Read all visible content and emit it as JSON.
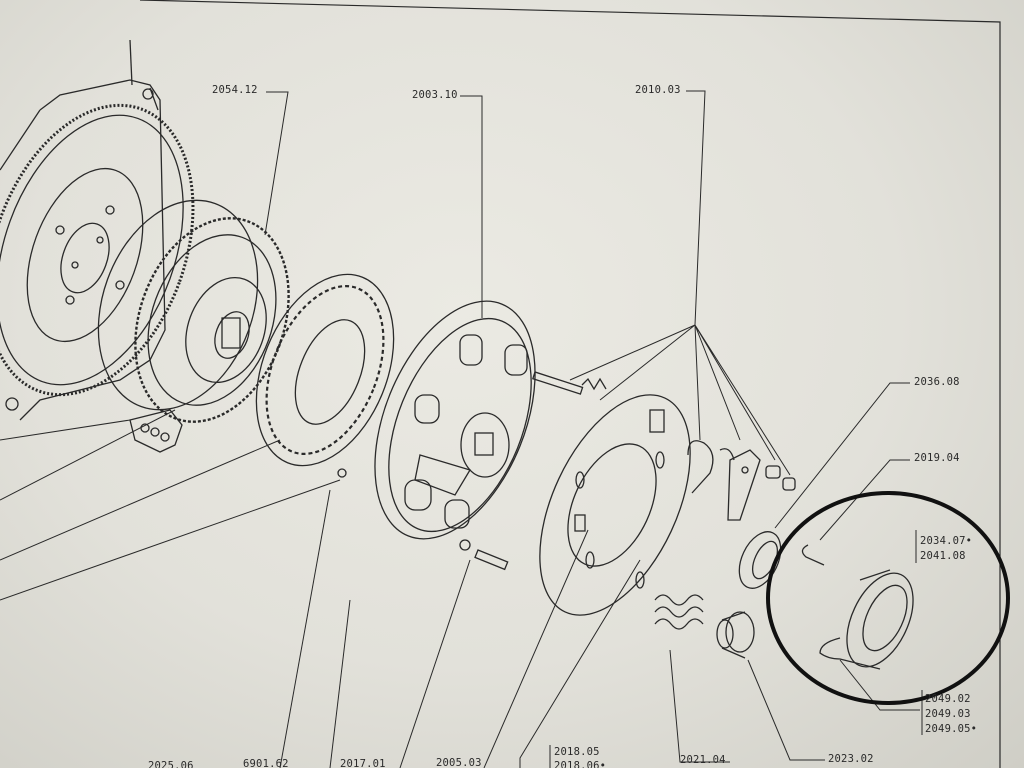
{
  "labels": {
    "p2054_12": "2054.12",
    "p2003_10": "2003.10",
    "p2010_03": "2010.03",
    "p2036_08": "2036.08",
    "p2019_04": "2019.04",
    "p2034_07": "2034.07•",
    "p2041_08": "2041.08",
    "p2049_02": "2049.02",
    "p2049_03": "2049.03",
    "p2049_05": "2049.05•",
    "p2023_02": "2023.02",
    "p2021_04": "2021.04",
    "p2018_05": "2018.05",
    "p2018_06": "2018.06•",
    "p2005_03": "2005.03",
    "p2017_01": "2017.01",
    "p6901_62": "6901.62",
    "p2025_06": "2025.06"
  },
  "colors": {
    "ink": "#2a2a2a",
    "paper": "#e6e5de",
    "highlight_circle": "#111111"
  }
}
